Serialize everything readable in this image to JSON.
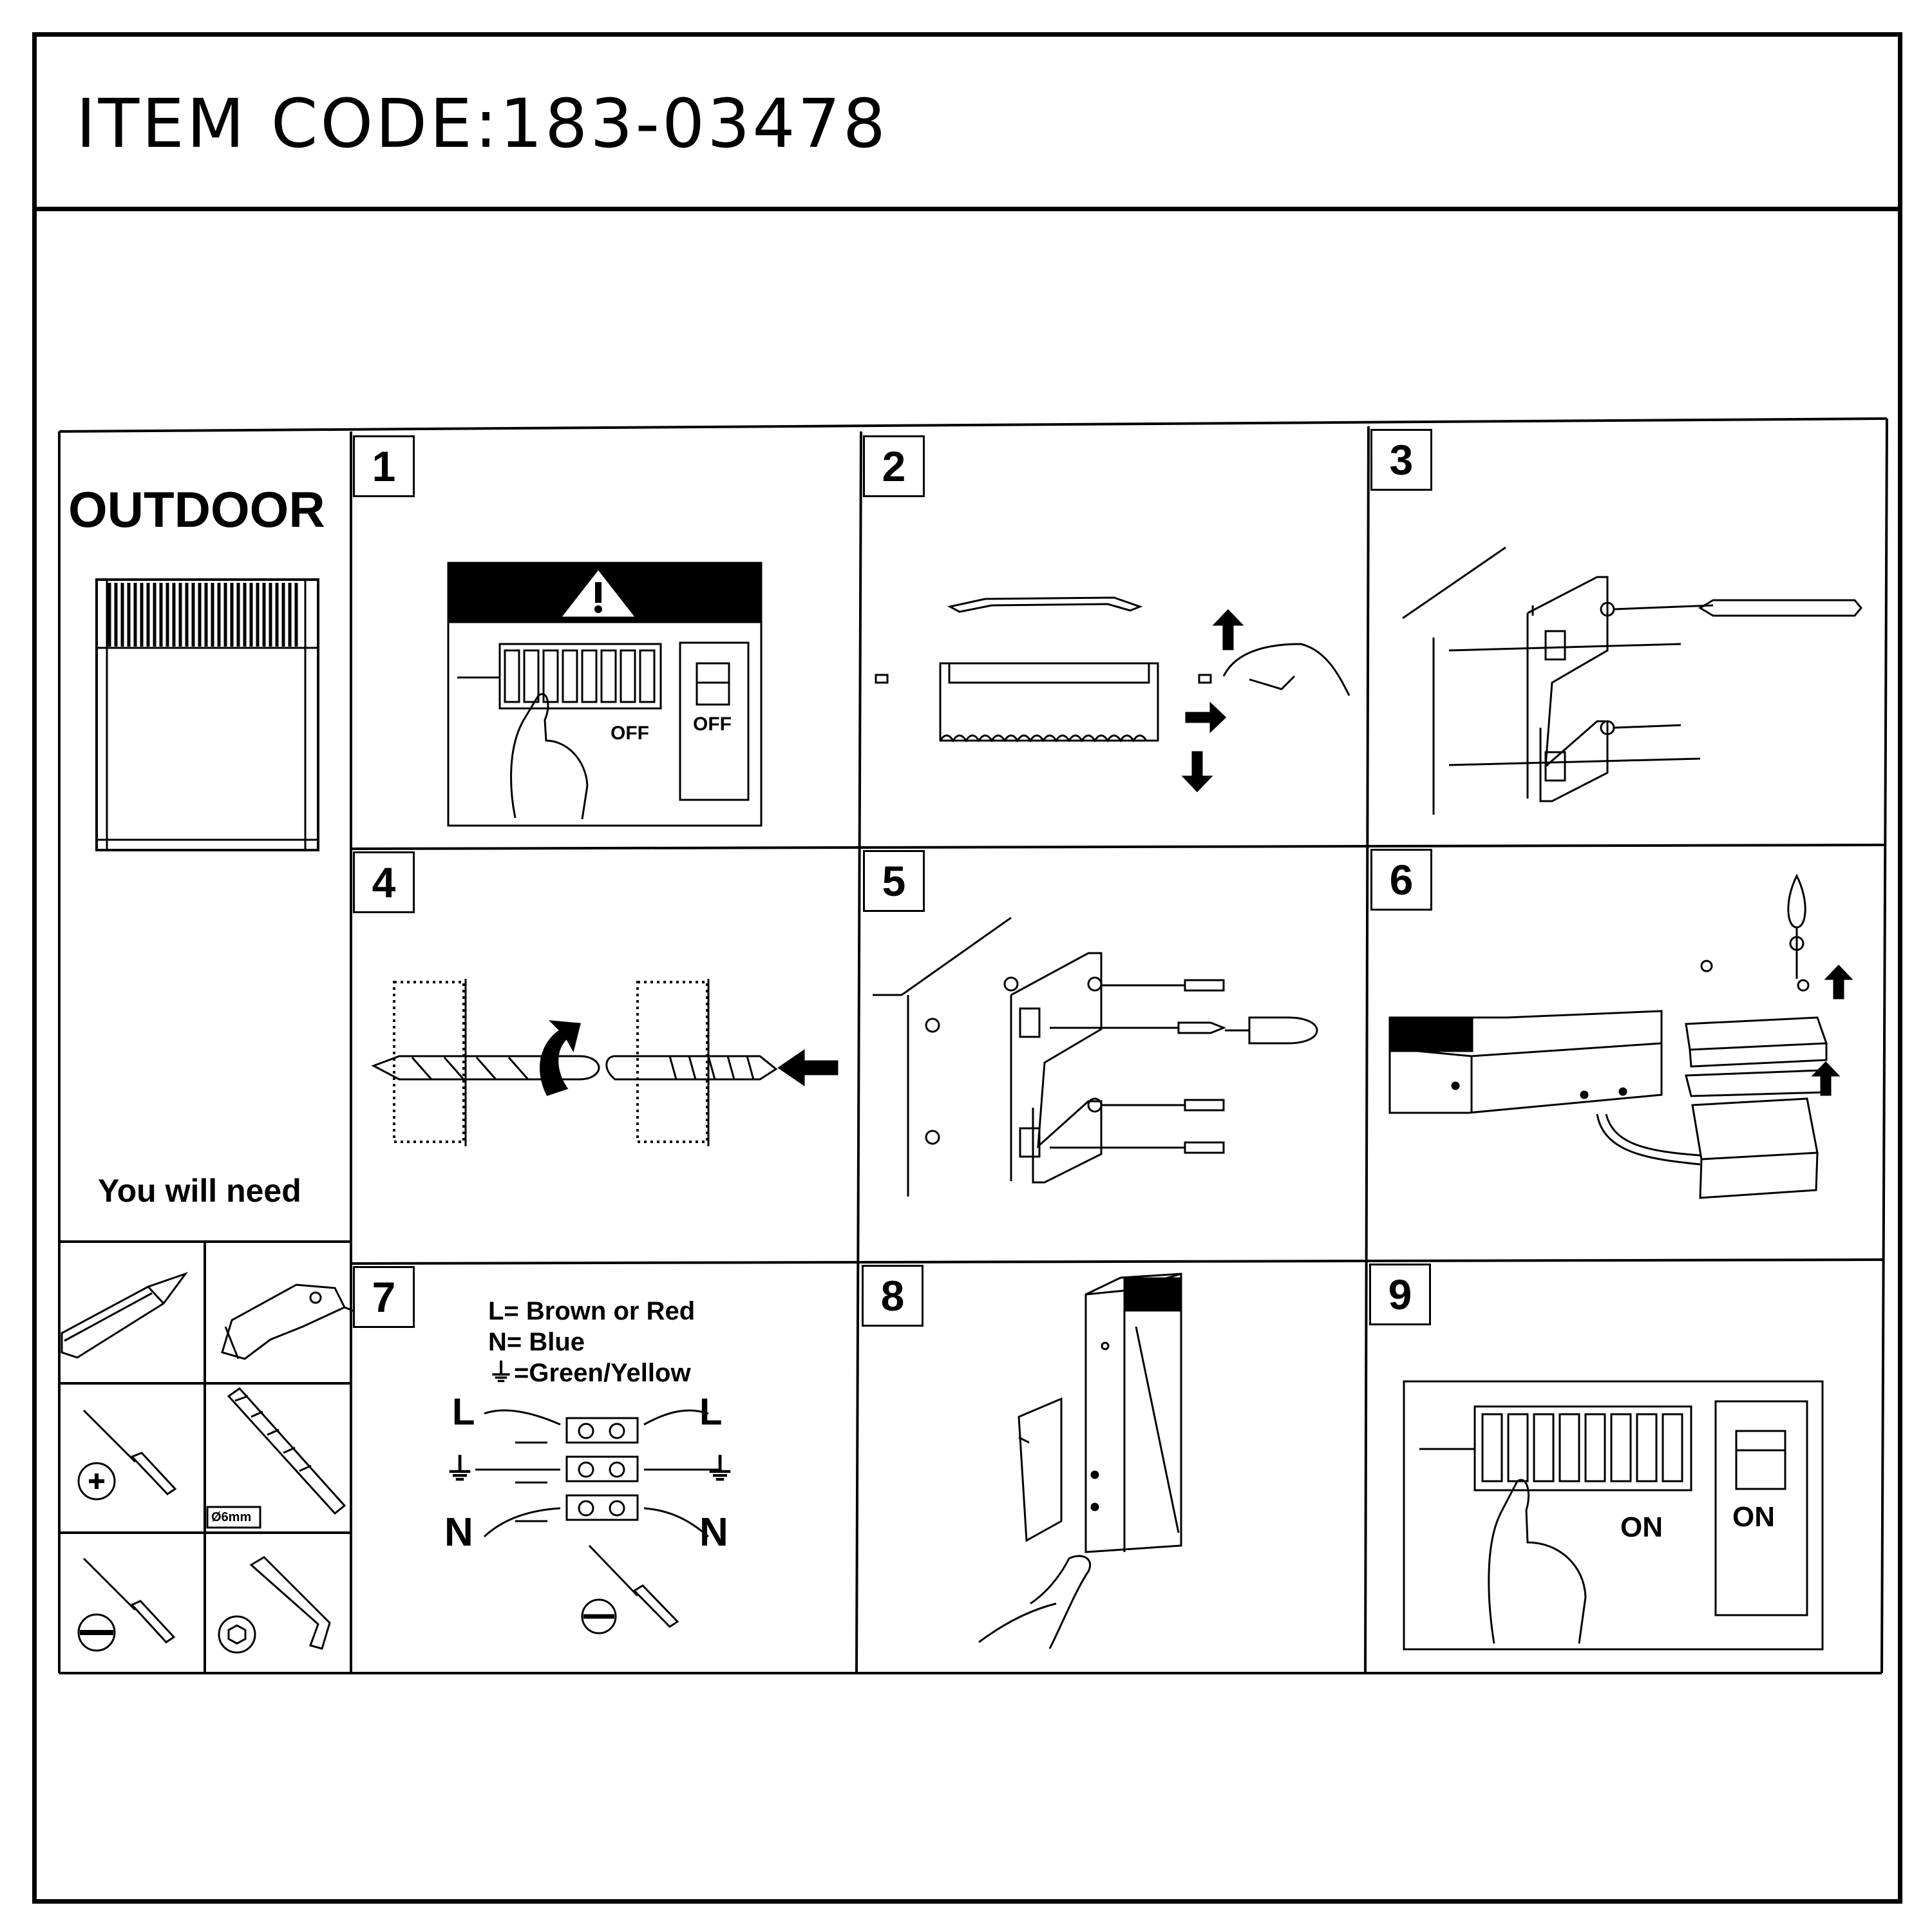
{
  "header": {
    "item_code": "ITEM CODE:183-03478"
  },
  "sidebar": {
    "title": "OUTDOOR",
    "you_will_need": "You will need",
    "tools": [
      {
        "name": "pencil",
        "icon": "pencil-icon"
      },
      {
        "name": "drill",
        "icon": "drill-icon"
      },
      {
        "name": "phillips-screwdriver",
        "icon": "phillips-screwdriver-icon"
      },
      {
        "name": "drill-bit",
        "icon": "drill-bit-icon",
        "label": "Ø6mm"
      },
      {
        "name": "flat-screwdriver",
        "icon": "flat-screwdriver-icon"
      },
      {
        "name": "hex-key",
        "icon": "hex-key-icon"
      }
    ]
  },
  "steps": [
    {
      "number": "1",
      "labels": [
        "OFF",
        "OFF"
      ]
    },
    {
      "number": "2"
    },
    {
      "number": "3"
    },
    {
      "number": "4"
    },
    {
      "number": "5"
    },
    {
      "number": "6"
    },
    {
      "number": "7",
      "legend": [
        "L= Brown or Red",
        "N= Blue",
        "⏚=Green/Yellow"
      ],
      "terminals": {
        "live": "L",
        "neutral": "N",
        "earth": "⏚"
      }
    },
    {
      "number": "8"
    },
    {
      "number": "9",
      "labels": [
        "ON",
        "ON"
      ]
    }
  ]
}
